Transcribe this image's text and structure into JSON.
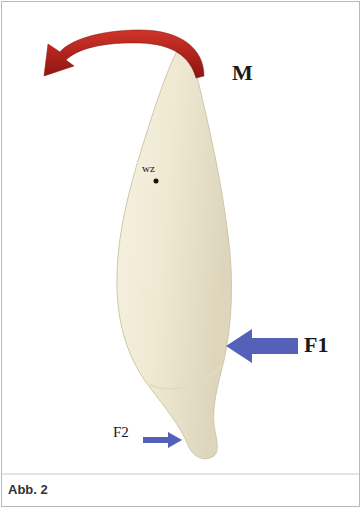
{
  "diagram": {
    "caption": "Abb. 2",
    "labels": [
      "M",
      "wz",
      "F1",
      "F2"
    ]
  }
}
